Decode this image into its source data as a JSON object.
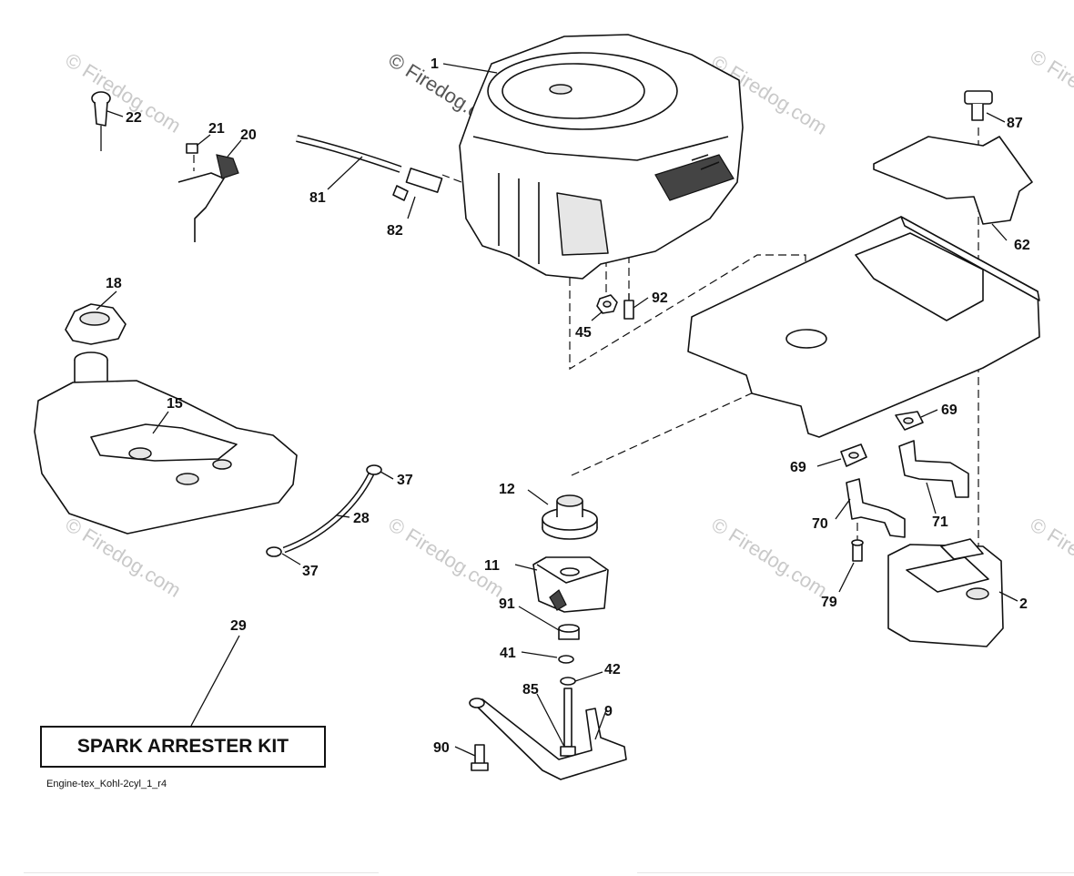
{
  "watermark": "© Firedog.com",
  "kit_label": "SPARK ARRESTER KIT",
  "figure_code": "Engine-tex_Kohl-2cyl_1_r4",
  "callouts": {
    "c1": "1",
    "c22": "22",
    "c21": "21",
    "c20": "20",
    "c81": "81",
    "c82": "82",
    "c87": "87",
    "c62": "62",
    "c18": "18",
    "c92": "92",
    "c45": "45",
    "c15": "15",
    "c69a": "69",
    "c69b": "69",
    "c37a": "37",
    "c37b": "37",
    "c28": "28",
    "c12": "12",
    "c70": "70",
    "c71": "71",
    "c11": "11",
    "c79": "79",
    "c2": "2",
    "c91": "91",
    "c29": "29",
    "c41": "41",
    "c42": "42",
    "c85": "85",
    "c9": "9",
    "c90": "90"
  }
}
